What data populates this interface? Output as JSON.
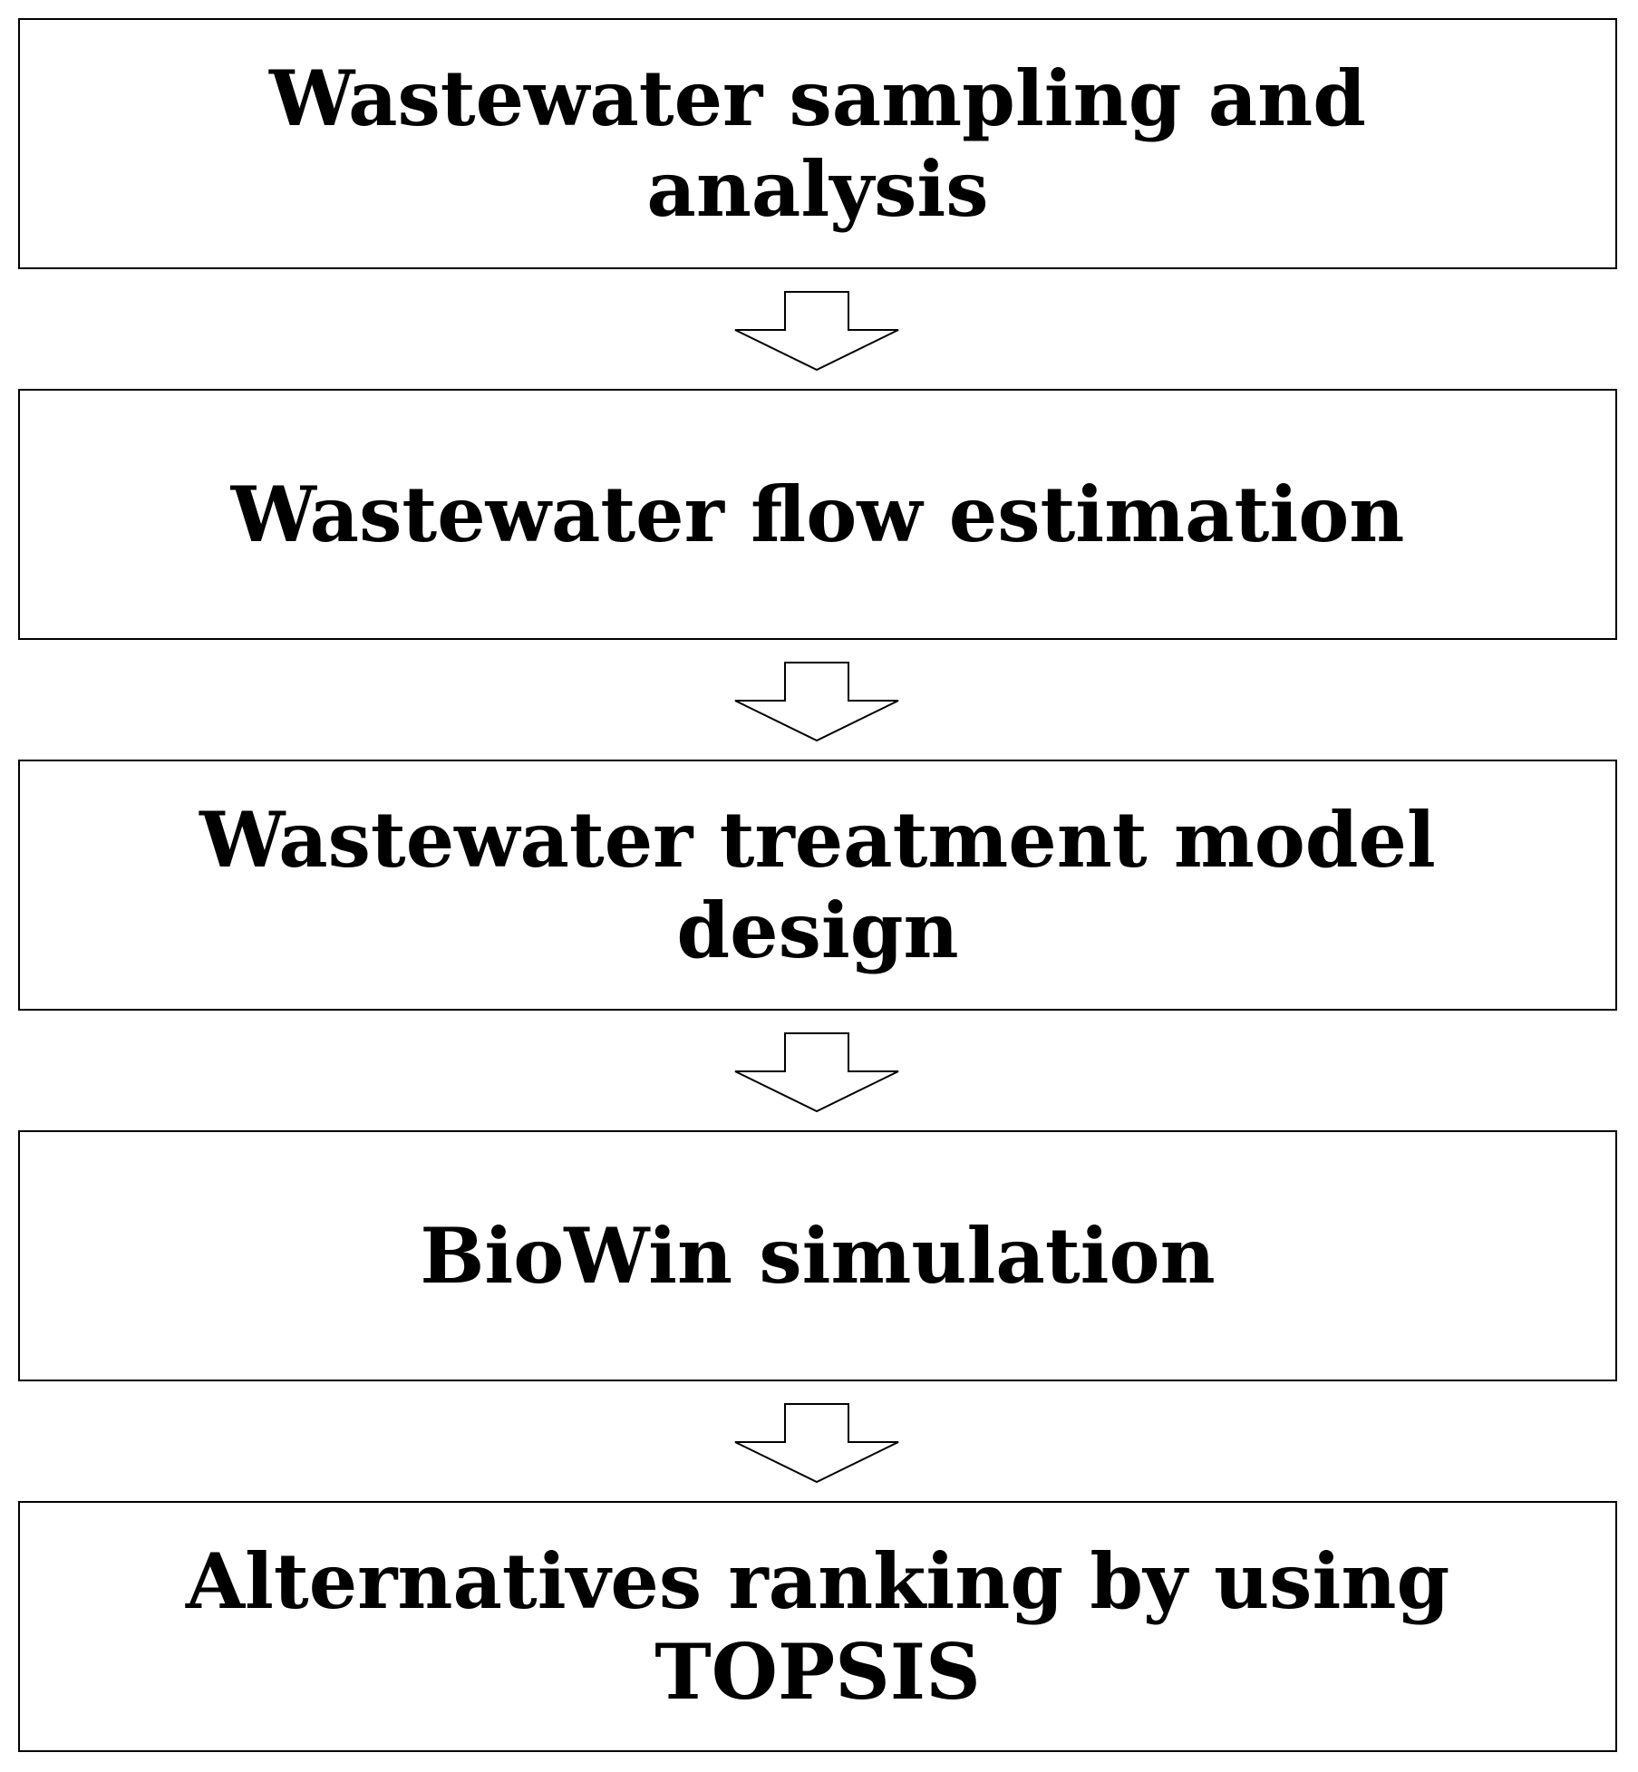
{
  "flowchart": {
    "steps": [
      {
        "label": "Wastewater sampling and analysis"
      },
      {
        "label": "Wastewater flow estimation"
      },
      {
        "label": "Wastewater treatment model design"
      },
      {
        "label": "BioWin simulation"
      },
      {
        "label": "Alternatives ranking by using TOPSIS"
      }
    ],
    "colors": {
      "border": "#000000",
      "text": "#000000",
      "background": "#ffffff"
    }
  }
}
